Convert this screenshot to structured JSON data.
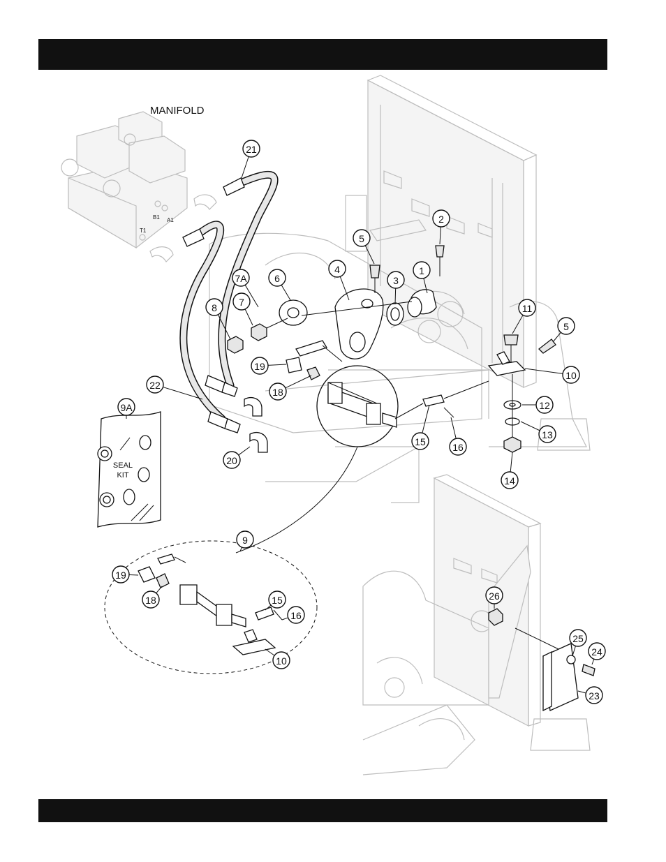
{
  "header": {
    "title": ""
  },
  "footer": {
    "text": ""
  },
  "labels": {
    "manifold": "MANIFOLD",
    "seal_kit_line1": "SEAL",
    "seal_kit_line2": "KIT",
    "port_b1": "B1",
    "port_a1": "A1",
    "port_t1": "T1"
  },
  "callouts": [
    "1",
    "2",
    "3",
    "4",
    "5",
    "5",
    "6",
    "7",
    "7A",
    "8",
    "9",
    "9A",
    "10",
    "10",
    "11",
    "12",
    "13",
    "14",
    "15",
    "15",
    "16",
    "16",
    "18",
    "18",
    "19",
    "19",
    "20",
    "21",
    "22",
    "23",
    "24",
    "25",
    "26"
  ]
}
